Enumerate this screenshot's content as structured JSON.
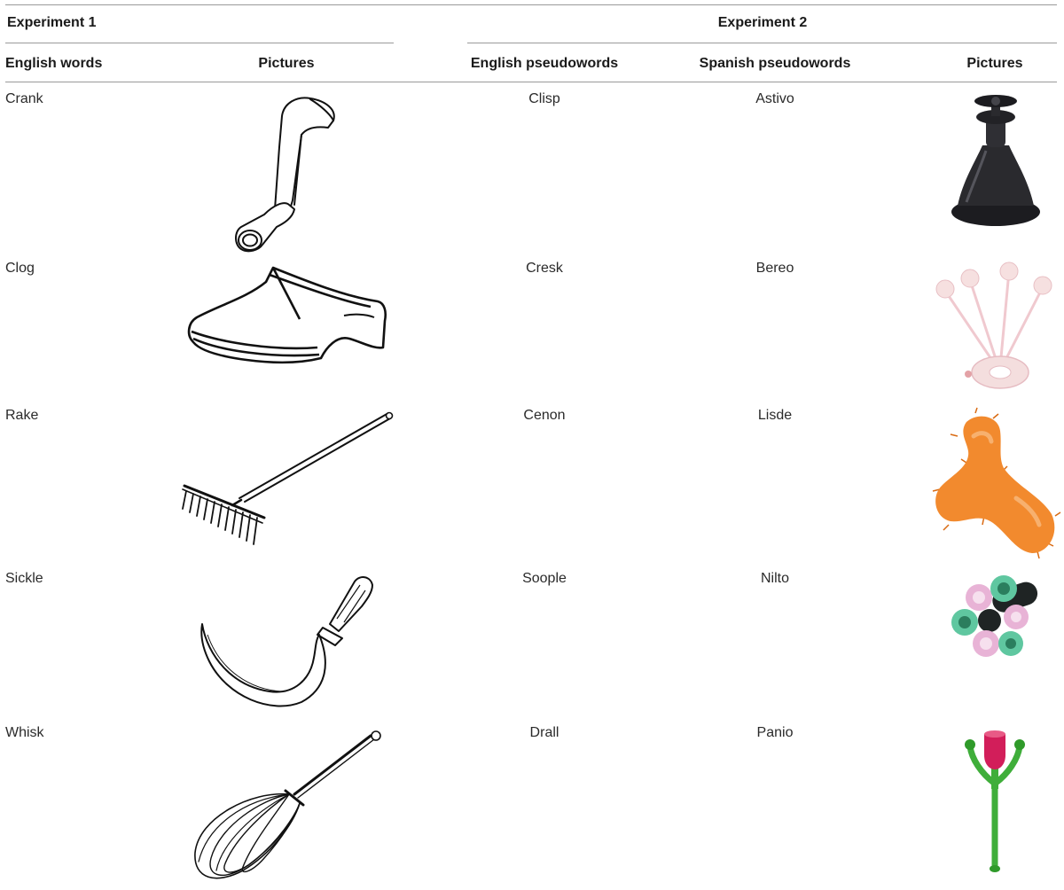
{
  "experiment1": {
    "title": "Experiment 1",
    "headers": {
      "words": "English words",
      "pictures": "Pictures"
    },
    "rows": [
      {
        "word": "Crank",
        "picture_icon": "crank-drawing-icon"
      },
      {
        "word": "Clog",
        "picture_icon": "clog-drawing-icon"
      },
      {
        "word": "Rake",
        "picture_icon": "rake-drawing-icon"
      },
      {
        "word": "Sickle",
        "picture_icon": "sickle-drawing-icon"
      },
      {
        "word": "Whisk",
        "picture_icon": "whisk-drawing-icon"
      }
    ]
  },
  "experiment2": {
    "title": "Experiment 2",
    "headers": {
      "english": "English pseudowords",
      "spanish": "Spanish pseudowords",
      "pictures": "Pictures"
    },
    "rows": [
      {
        "english": "Clisp",
        "spanish": "Astivo",
        "picture_icon": "black-suction-cup-object-icon"
      },
      {
        "english": "Cresk",
        "spanish": "Bereo",
        "picture_icon": "pink-pompom-object-icon"
      },
      {
        "english": "Cenon",
        "spanish": "Lisde",
        "picture_icon": "orange-spiky-object-icon"
      },
      {
        "english": "Soople",
        "spanish": "Nilto",
        "picture_icon": "foam-tube-bundle-object-icon"
      },
      {
        "english": "Drall",
        "spanish": "Panio",
        "picture_icon": "green-pink-fork-object-icon"
      }
    ]
  },
  "colors": {
    "rule": "#9a9a9a",
    "text": "#222222",
    "suction": "#2a2a2e",
    "pompom": "#f4dede",
    "spiky": "#f28a2e",
    "foam_green": "#5fc7a0",
    "foam_pink": "#e8b3d6",
    "fork_green": "#3fae3a",
    "fork_pink": "#d21e5a"
  }
}
